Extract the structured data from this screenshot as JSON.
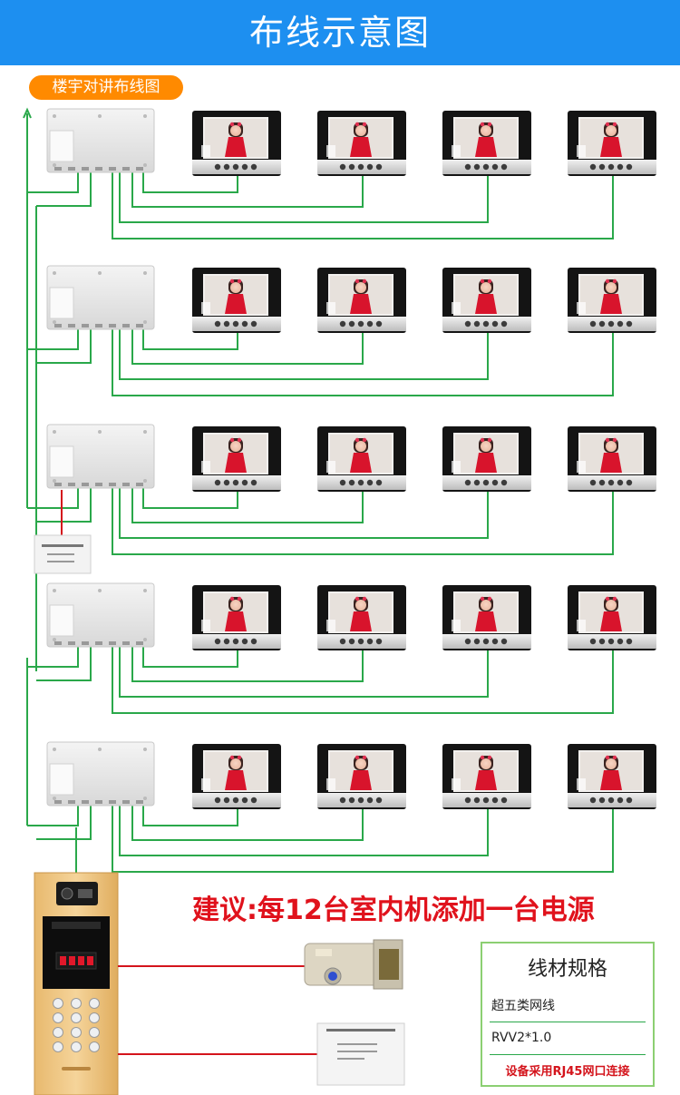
{
  "header": {
    "title": "布线示意图"
  },
  "badge": {
    "label": "楼宇对讲布线图"
  },
  "suggestion": "建议:每12台室内机添加一台电源",
  "spec": {
    "title": "线材规格",
    "items": [
      "超五类网线",
      "RVV2*1.0"
    ],
    "note": "设备采用RJ45网口连接"
  },
  "colors": {
    "header": "#1d8ff0",
    "badge": "#ff8a00",
    "wire_green": "#2aa84a",
    "wire_red": "#d4141c"
  },
  "diagram": {
    "floors": 5,
    "monitors_per_floor": 4,
    "power_supply_after_floor": 3,
    "peripherals": [
      "electric-lock",
      "power-supply"
    ]
  }
}
